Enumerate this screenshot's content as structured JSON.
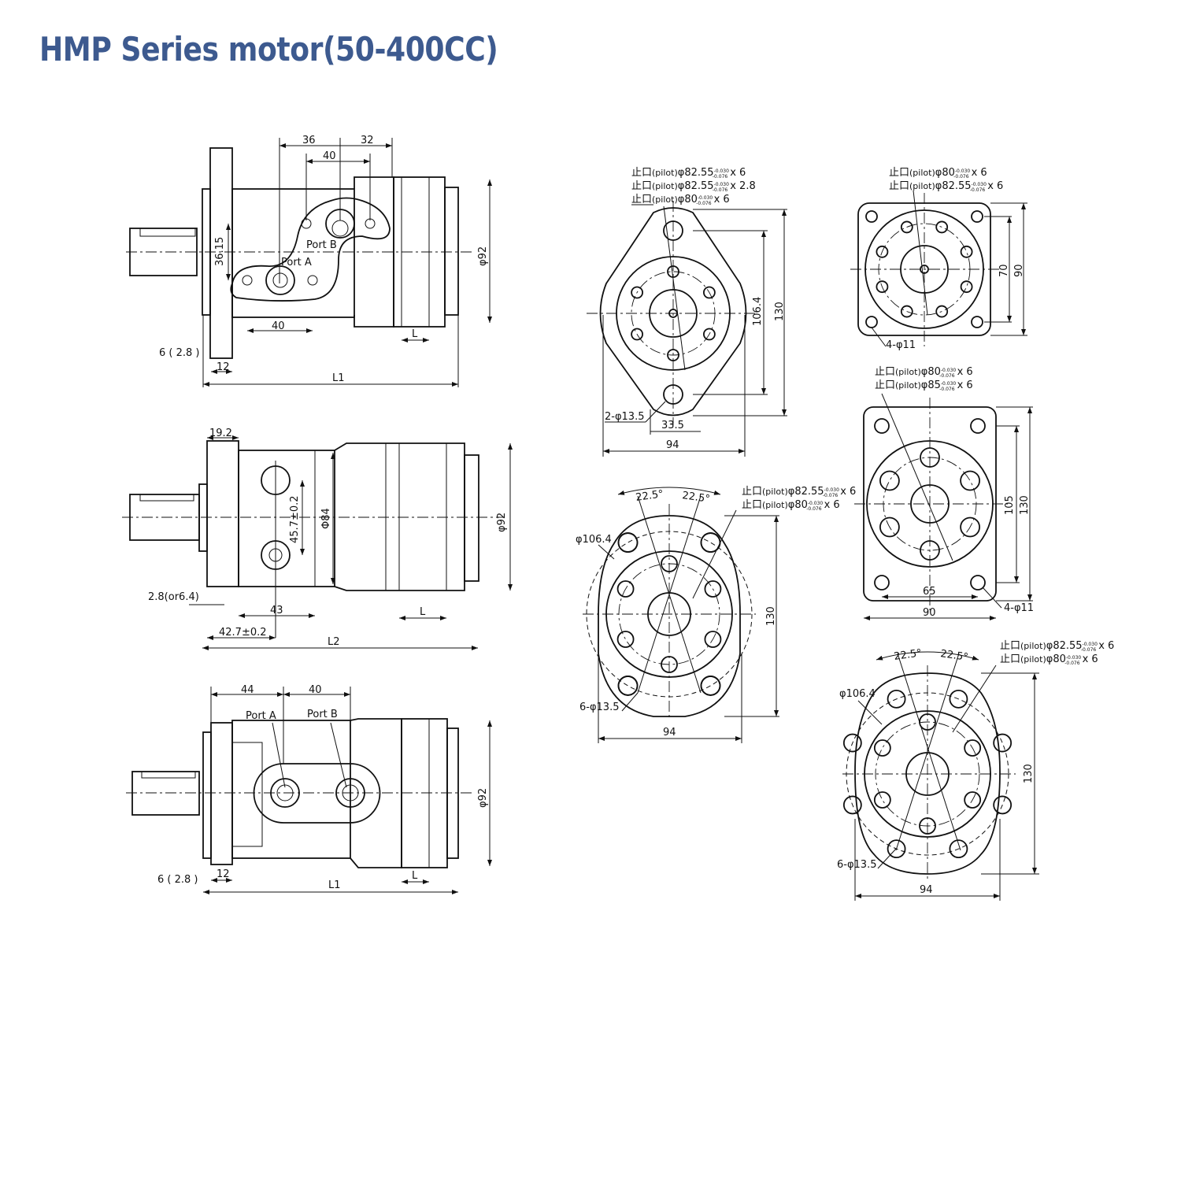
{
  "title": "HMP Series motor(50-400CC)",
  "side_view_1": {
    "d36": "36",
    "d32": "32",
    "d40_top": "40",
    "d36_15": "36.15",
    "port_b": "Port B",
    "port_a": "Port A",
    "d40_bottom": "40",
    "L": "L",
    "d6": "6 ( 2.8 )",
    "d12": "12",
    "L1": "L1",
    "phi92": "φ92"
  },
  "side_view_2": {
    "d19_2": "19.2",
    "d45_7": "45.7±0.2",
    "phi84": "Φ84",
    "phi92": "φ92",
    "d2_8": "2.8(or6.4)",
    "d43": "43",
    "L": "L",
    "d42_7": "42.7±0.2",
    "L2": "L2"
  },
  "side_view_3": {
    "d44": "44",
    "d40": "40",
    "port_a": "Port A",
    "port_b": "Port B",
    "phi92": "φ92",
    "d6": "6 ( 2.8 )",
    "d12": "12",
    "L": "L",
    "L1": "L1"
  },
  "pilot": {
    "prefix": "止口",
    "label": "(pilot)",
    "tol_upper": "-0.030",
    "tol_lower": "-0.076"
  },
  "front_view_1": {
    "notes": [
      {
        "d": "φ82.55",
        "m": "x 6"
      },
      {
        "d": "φ82.55",
        "m": "x 2.8"
      },
      {
        "d": "φ80",
        "m": "x 6"
      }
    ],
    "d106_4": "106.4",
    "d130": "130",
    "holes": "2-φ13.5",
    "d33_5": "33.5",
    "d94": "94"
  },
  "front_view_2": {
    "notes": [
      {
        "d": "φ80",
        "m": "x 6"
      },
      {
        "d": "φ82.55",
        "m": "x 6"
      }
    ],
    "d70": "70",
    "d90": "90",
    "holes": "4-φ11"
  },
  "front_view_3": {
    "notes": [
      {
        "d": "φ82.55",
        "m": "x 6"
      },
      {
        "d": "φ80",
        "m": "x 6"
      }
    ],
    "a1": "22.5°",
    "a2": "22.5°",
    "phi106_4": "φ106.4",
    "d130": "130",
    "holes": "6-φ13.5",
    "d94": "94"
  },
  "front_view_4": {
    "notes": [
      {
        "d": "φ80",
        "m": "x 6"
      },
      {
        "d": "φ85",
        "m": "x 6"
      }
    ],
    "d105": "105",
    "d130": "130",
    "d65": "65",
    "d90": "90",
    "holes": "4-φ11"
  },
  "front_view_5": {
    "notes": [
      {
        "d": "φ82.55",
        "m": "x 6"
      },
      {
        "d": "φ80",
        "m": "x 6"
      }
    ],
    "a1": "22.5°",
    "a2": "22.5°",
    "phi106_4": "φ106.4",
    "d130": "130",
    "holes": "6-φ13.5",
    "d94": "94"
  }
}
